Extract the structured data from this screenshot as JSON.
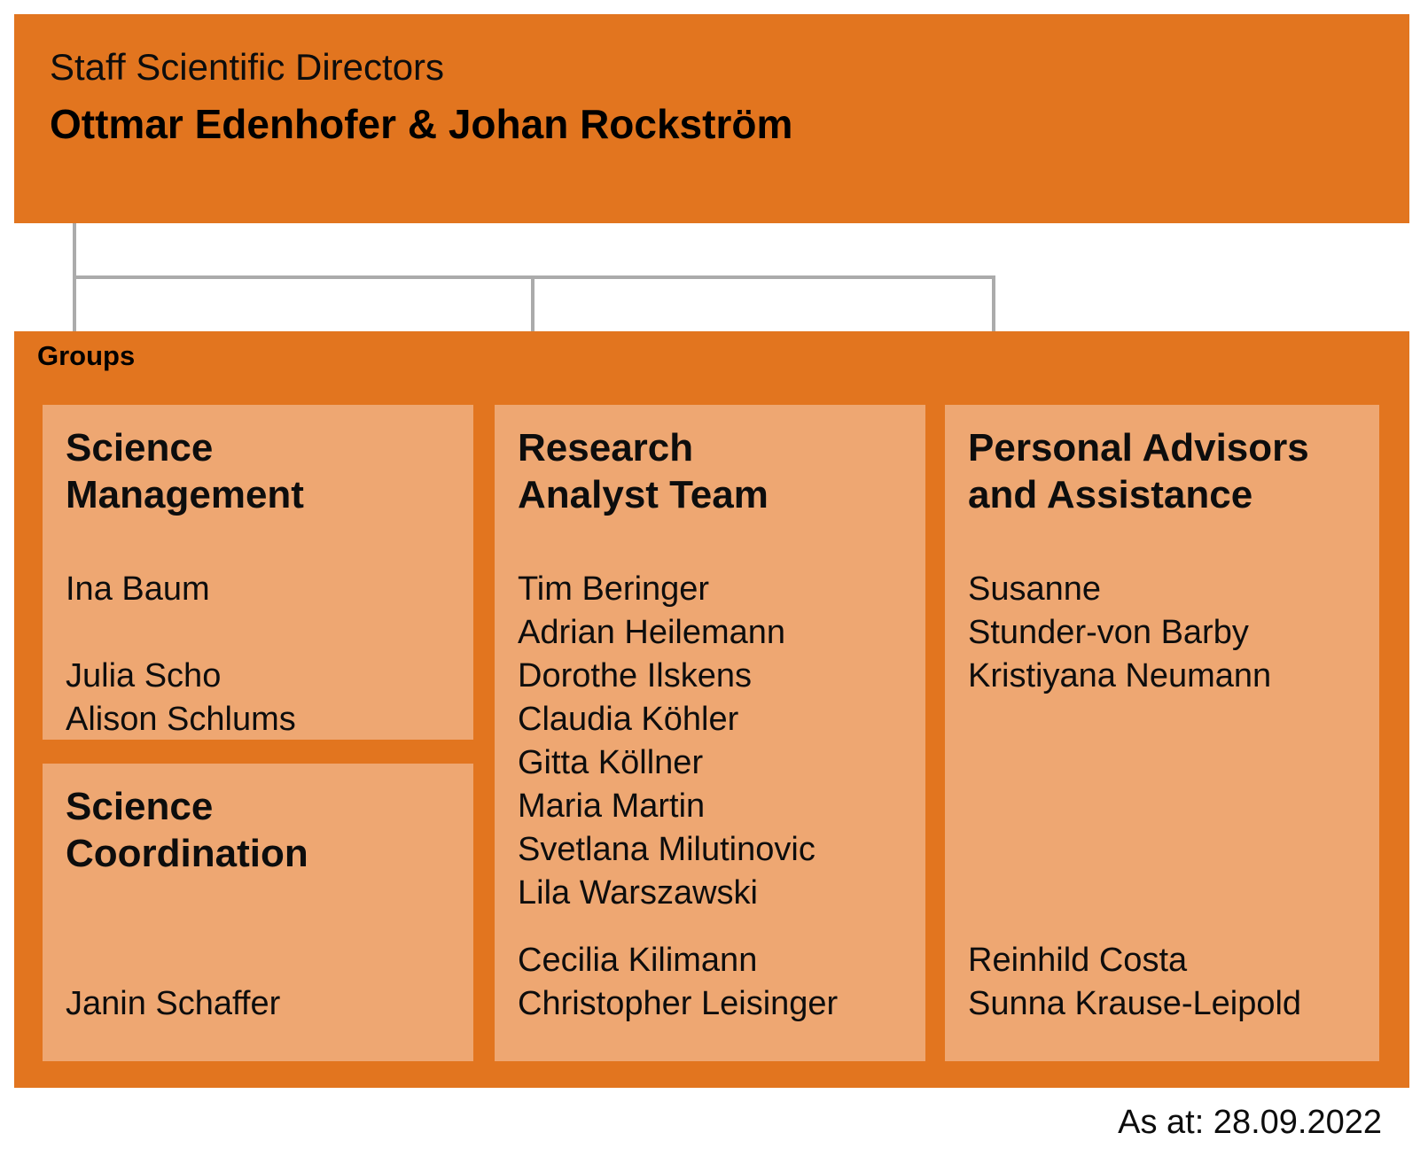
{
  "colors": {
    "primary_orange": "#E2751F",
    "light_orange": "#EEA772",
    "connector_gray": "#ABABAB",
    "text_black": "#000000"
  },
  "header": {
    "role": "Staff Scientific Directors",
    "names": "Ottmar Edenhofer & Johan Rockström"
  },
  "groups": {
    "label": "Groups",
    "science_management": {
      "title_lines": [
        "Science",
        "Management"
      ],
      "members_lead": [
        "Ina Baum"
      ],
      "members": [
        "Julia Scho",
        "Alison Schlums"
      ]
    },
    "science_coordination": {
      "title_lines": [
        "Science",
        "Coordination"
      ],
      "members_bottom": [
        "Janin Schaffer"
      ]
    },
    "research_analyst_team": {
      "title_lines": [
        "Research",
        "Analyst Team"
      ],
      "members": [
        "Tim Beringer",
        "Adrian Heilemann",
        "Dorothe Ilskens",
        "Claudia Köhler",
        "Gitta Köllner",
        "Maria Martin",
        "Svetlana Milutinovic",
        "Lila Warszawski"
      ],
      "members_bottom": [
        "Cecilia Kilimann",
        "Christopher Leisinger"
      ]
    },
    "personal_advisors": {
      "title_lines": [
        "Personal Advisors",
        "and Assistance"
      ],
      "members": [
        "Susanne",
        "Stunder-von Barby",
        "Kristiyana Neumann"
      ],
      "members_bottom": [
        "Reinhild Costa",
        "Sunna Krause-Leipold"
      ]
    }
  },
  "footer": {
    "as_at": "As at: 28.09.2022"
  }
}
